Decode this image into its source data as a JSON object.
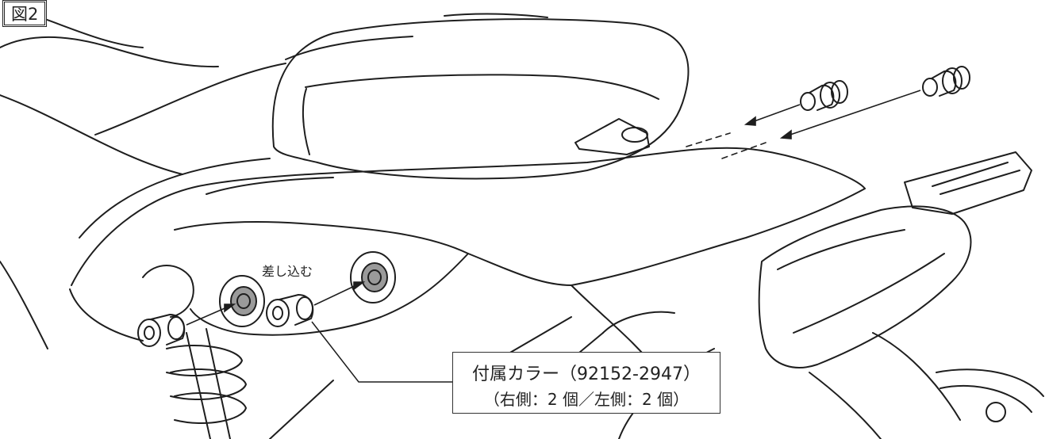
{
  "figure_label": "図2",
  "insert_note": "差し込む",
  "callout": {
    "part_line": "付属カラー（92152-2947）",
    "quantity_line": "（右側：2 個／左側：2 個）"
  },
  "colors": {
    "line": "#1e1e1e",
    "background": "#ffffff",
    "grommet_fill": "#9a9a9a"
  }
}
